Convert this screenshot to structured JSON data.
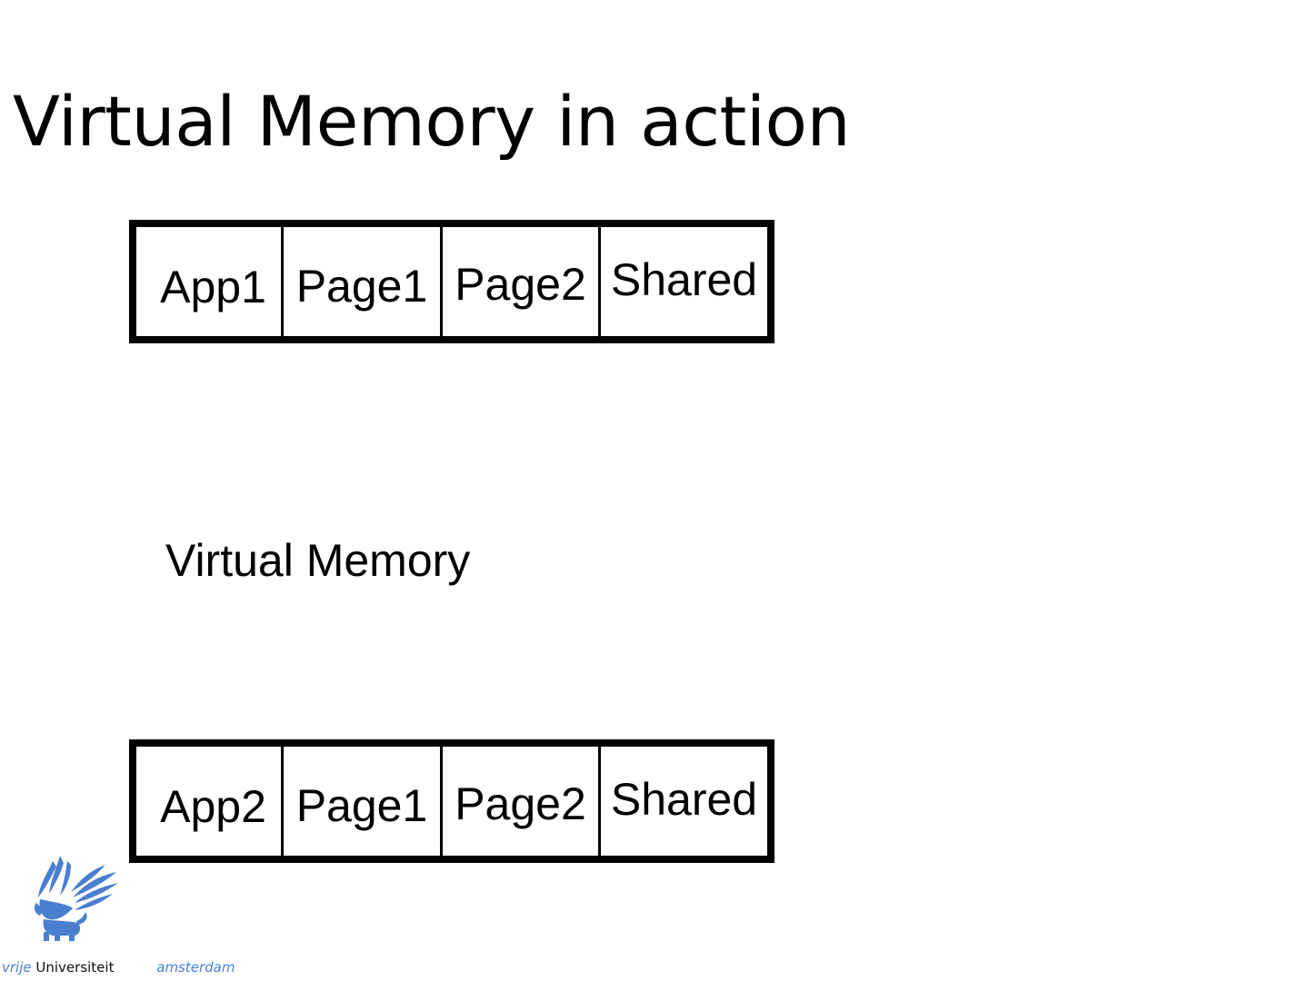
{
  "slide": {
    "title": "Virtual Memory in action",
    "middle_label": "Virtual Memory"
  },
  "app1_memory": {
    "cells": [
      "App1",
      "Page1",
      "Page2",
      "Shared"
    ]
  },
  "app2_memory": {
    "cells": [
      "App2",
      "Page1",
      "Page2",
      "Shared"
    ]
  },
  "footer": {
    "logo_word1": "vrije",
    "logo_word2": "Universiteit",
    "logo_word3": "amsterdam"
  },
  "colors": {
    "brand_blue": "#4a7fcf",
    "text": "#000000",
    "background": "#ffffff"
  }
}
